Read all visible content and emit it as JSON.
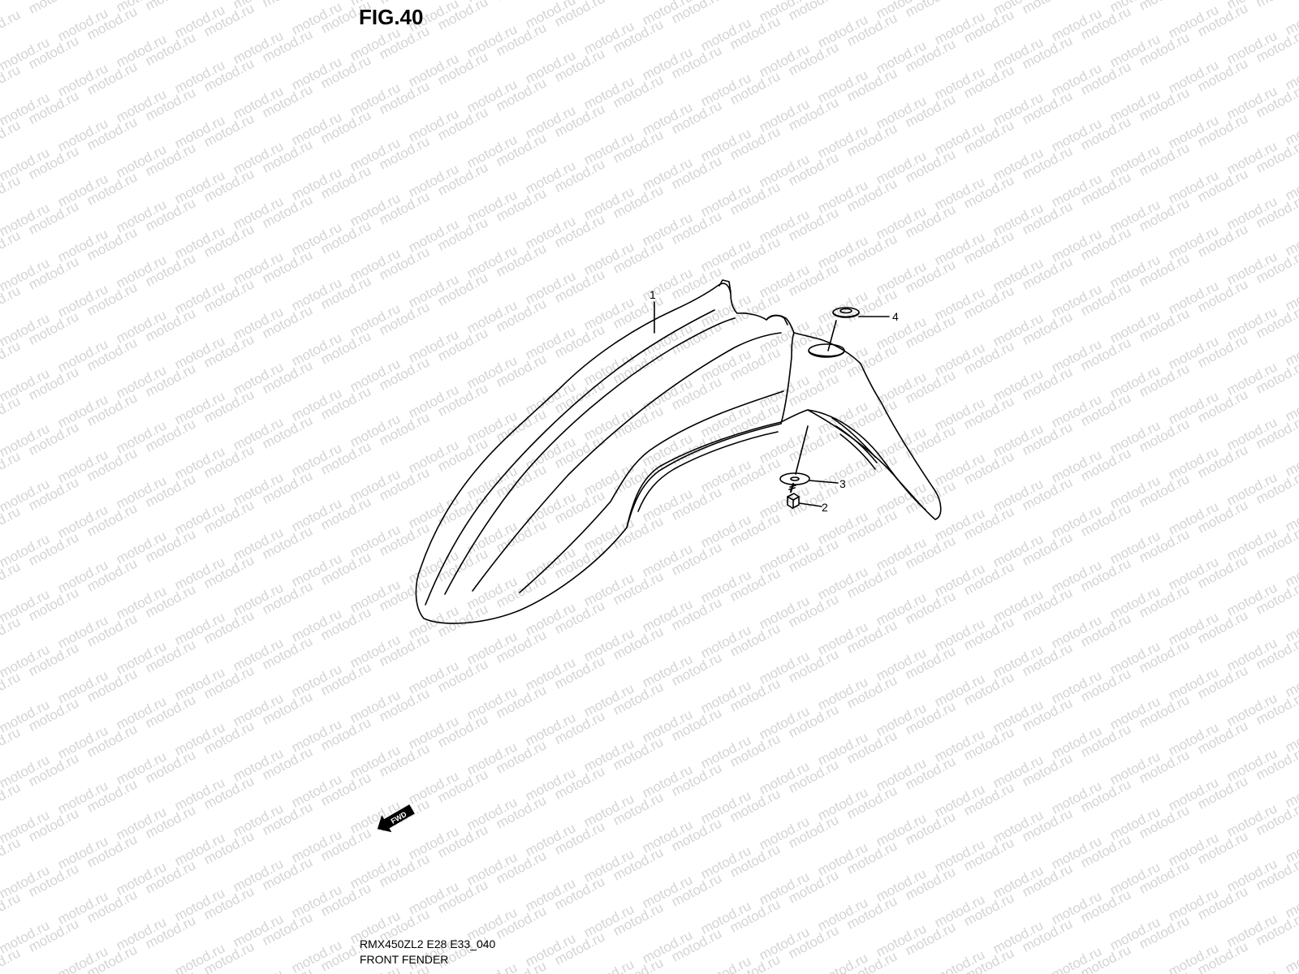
{
  "figure": {
    "title": "FIG.40"
  },
  "watermark": {
    "text": "motod.ru",
    "color": "#d4d4d4"
  },
  "callouts": [
    {
      "id": "1",
      "label": "1"
    },
    {
      "id": "2",
      "label": "2"
    },
    {
      "id": "3",
      "label": "3"
    },
    {
      "id": "4",
      "label": "4"
    }
  ],
  "fwd_badge": {
    "text": "FWD",
    "icon": "fwd-arrow-icon"
  },
  "footer": {
    "code": "RMX450ZL2 E28 E33_040",
    "name": "FRONT FENDER"
  },
  "colors": {
    "line": "#000000",
    "background": "#ffffff"
  }
}
